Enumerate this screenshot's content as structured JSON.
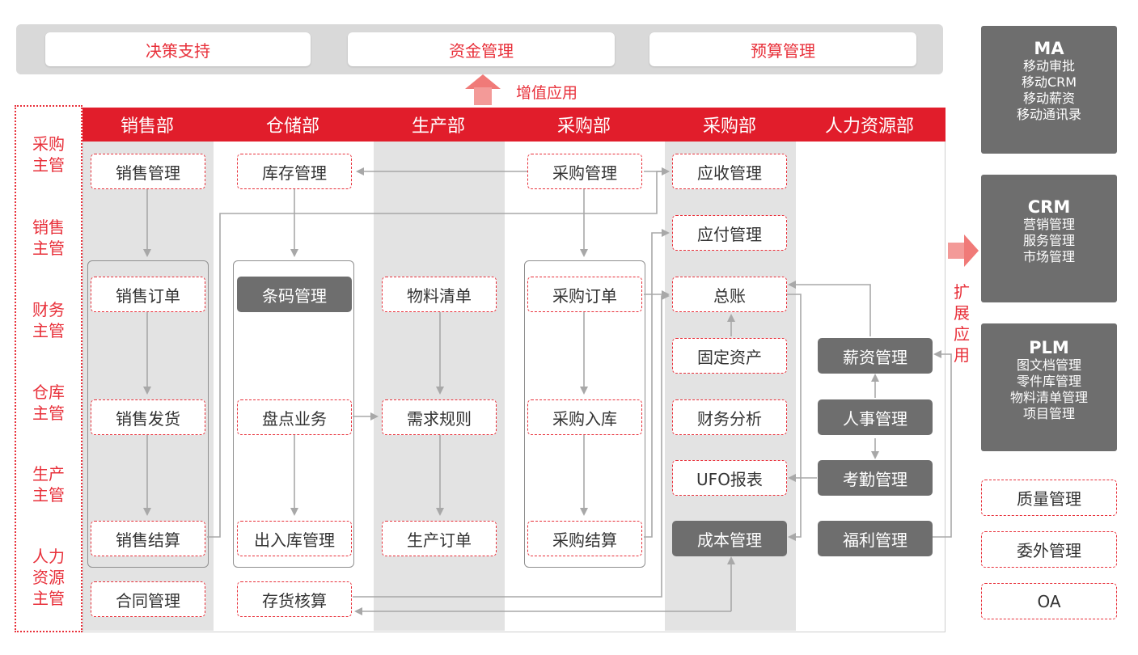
{
  "top_bar": {
    "items": [
      "决策支持",
      "资金管理",
      "预算管理"
    ]
  },
  "value_added_label": "增值应用",
  "departments": [
    "销售部",
    "仓储部",
    "生产部",
    "采购部",
    "采购部",
    "人力资源部"
  ],
  "roles": [
    [
      "采购",
      "主管"
    ],
    [
      "销售",
      "主管"
    ],
    [
      "财务",
      "主管"
    ],
    [
      "仓库",
      "主管"
    ],
    [
      "生产",
      "主管"
    ],
    [
      "人力",
      "资源",
      "主管"
    ]
  ],
  "sales": [
    "销售管理",
    "销售订单",
    "销售发货",
    "销售结算",
    "合同管理"
  ],
  "warehouse": [
    "库存管理",
    "条码管理",
    "盘点业务",
    "出入库管理",
    "存货核算"
  ],
  "production": [
    "物料清单",
    "需求规则",
    "生产订单"
  ],
  "purchase": [
    "采购管理",
    "采购订单",
    "采购入库",
    "采购结算"
  ],
  "finance": [
    "应收管理",
    "应付管理",
    "总账",
    "固定资产",
    "财务分析",
    "UFO报表",
    "成本管理"
  ],
  "hr": [
    "薪资管理",
    "人事管理",
    "考勤管理",
    "福利管理"
  ],
  "extension_label": [
    "扩",
    "展",
    "应",
    "用"
  ],
  "side_panels": [
    {
      "title": "MA",
      "items": [
        "移动审批",
        "移动CRM",
        "移动薪资",
        "移动通讯录"
      ]
    },
    {
      "title": "CRM",
      "items": [
        "营销管理",
        "服务管理",
        "市场管理"
      ]
    },
    {
      "title": "PLM",
      "items": [
        "图文档管理",
        "零件库管理",
        "物料清单管理",
        "项目管理"
      ]
    }
  ],
  "side_boxes": [
    "质量管理",
    "委外管理",
    "OA"
  ],
  "colors": {
    "accent": "#e11d2b",
    "dark_box": "#6e6e6e",
    "column_bg": "#e3e3e3"
  }
}
